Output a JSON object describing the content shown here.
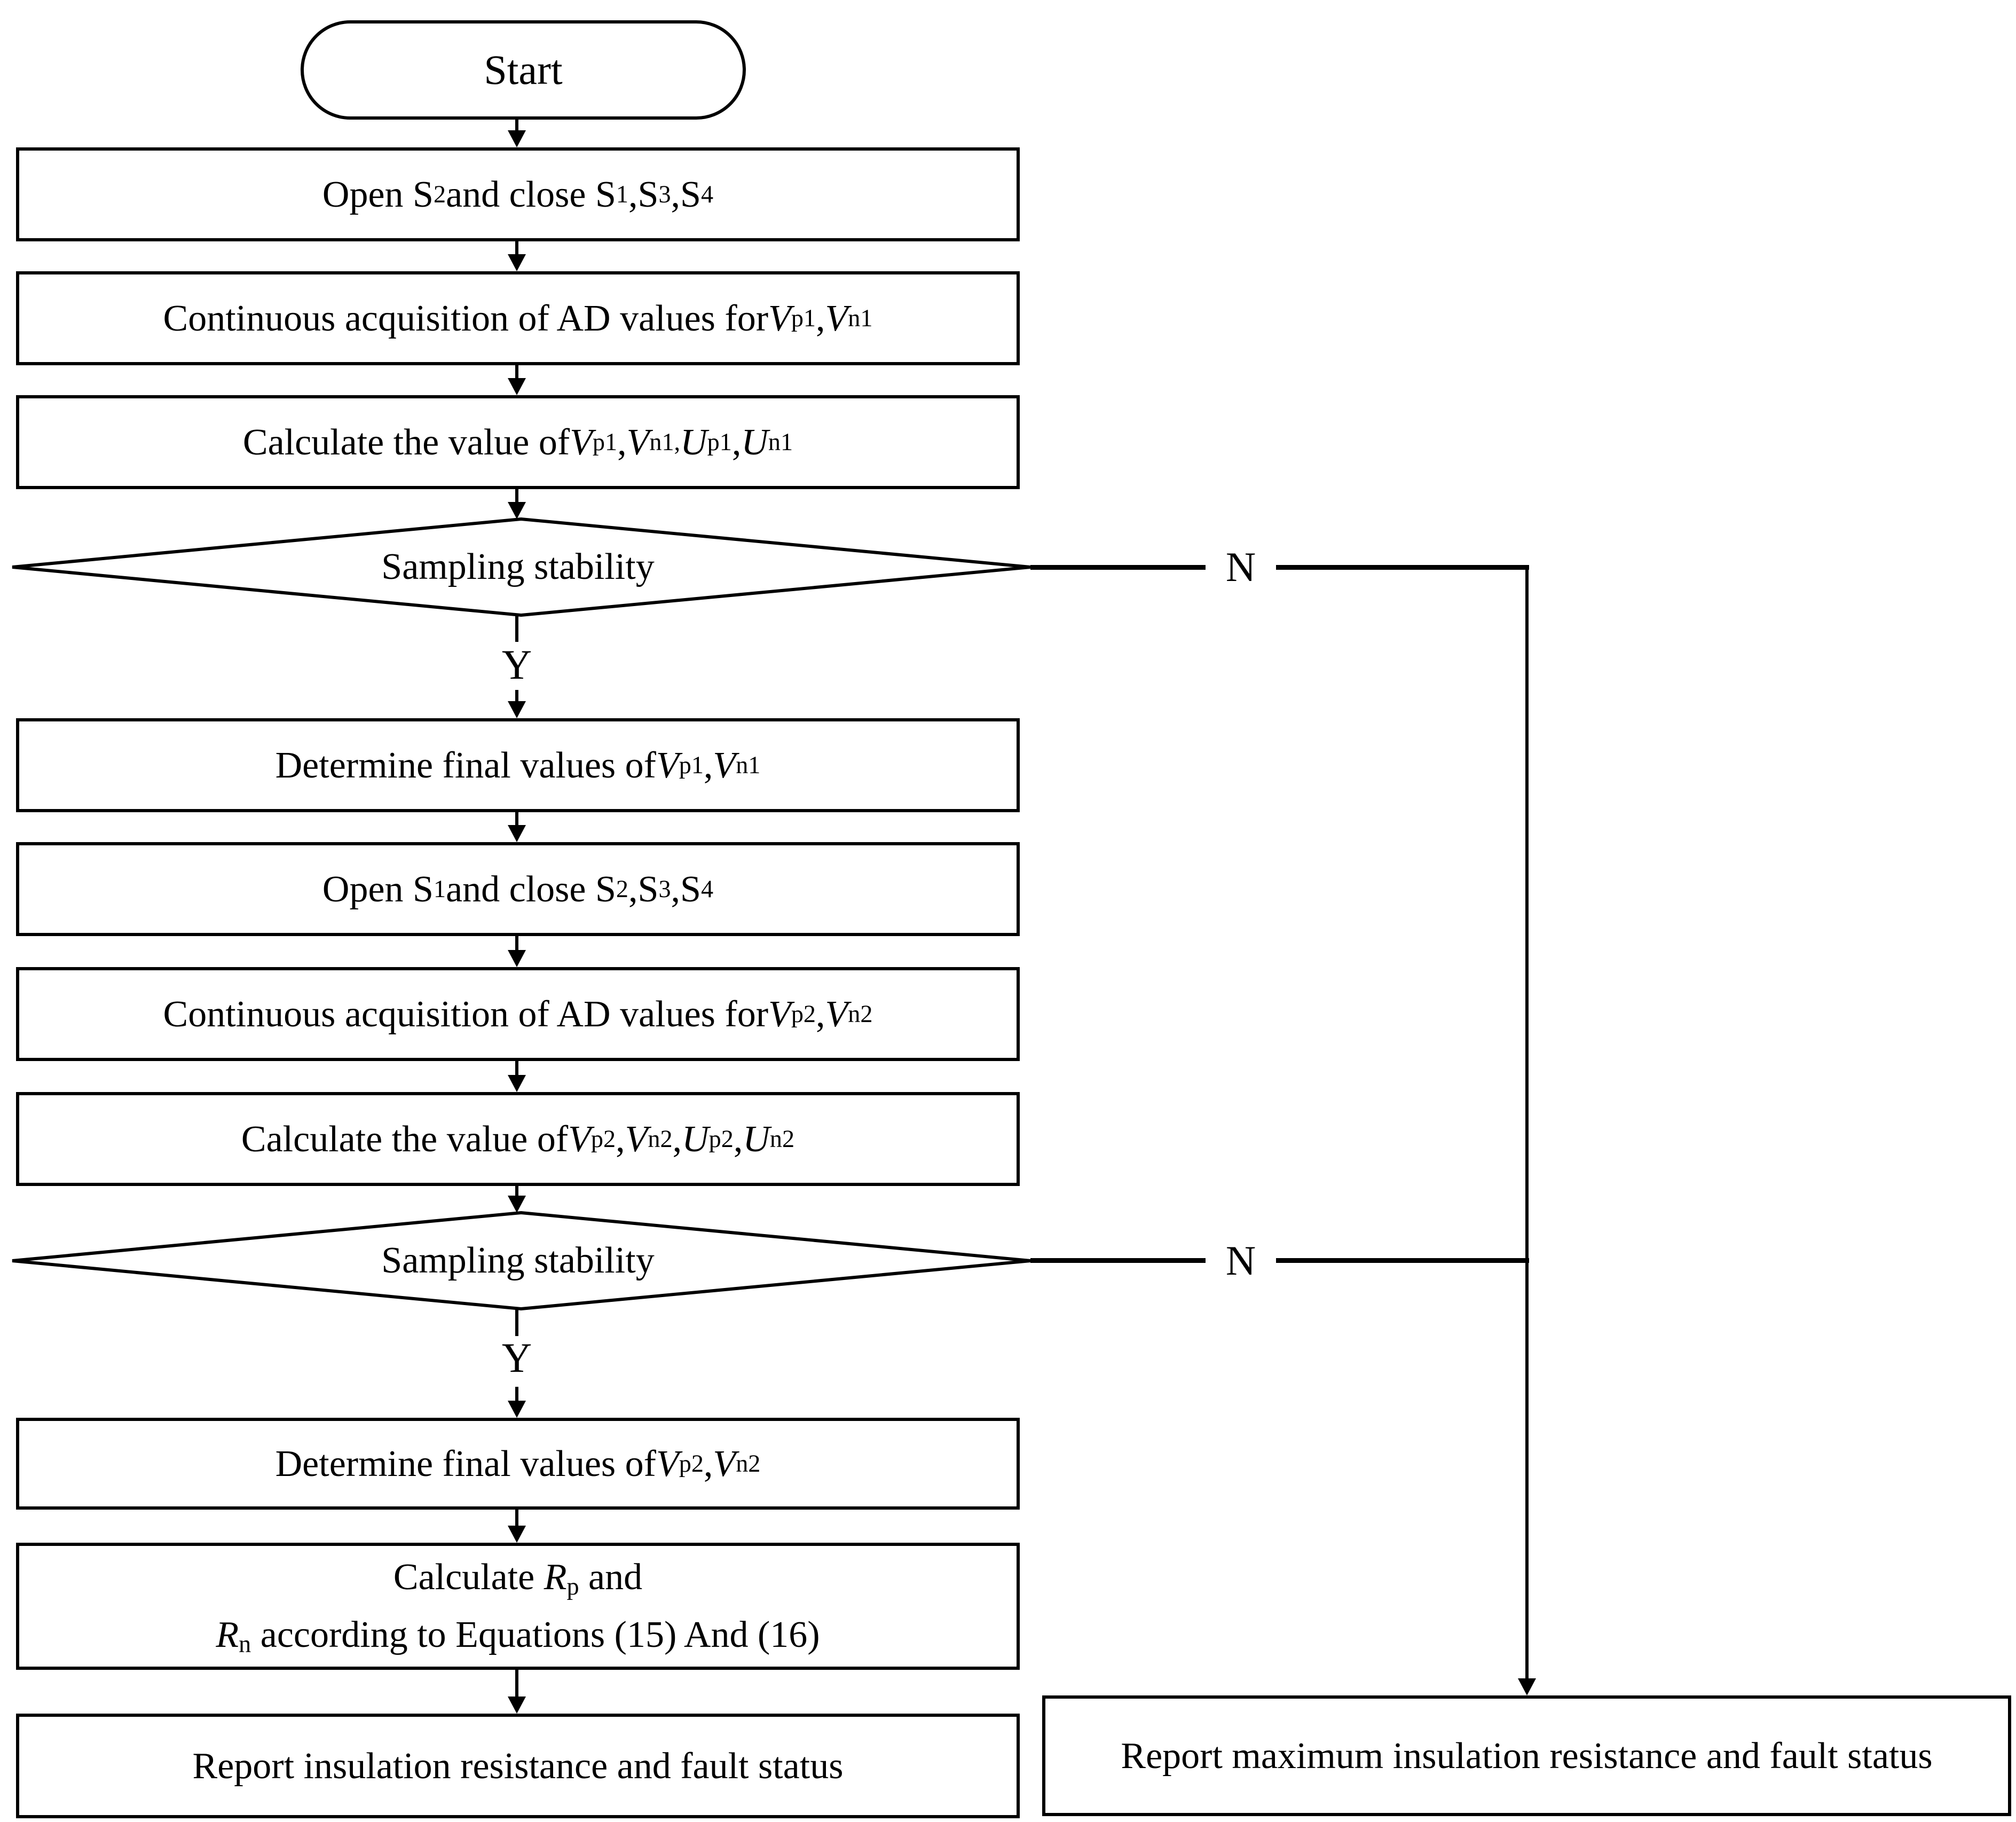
{
  "flowchart": {
    "start_label": "Start",
    "branch_labels": {
      "yes": "Y",
      "no": "N"
    },
    "decision1": "Sampling stability",
    "decision2": "Sampling stability",
    "report": "Report insulation resistance and fault status",
    "report_max": "Report maximum insulation resistance and fault status",
    "steps": {
      "open_s2": [
        {
          "t": "Open S"
        },
        {
          "t": "2",
          "sub": true
        },
        {
          "t": " and close S"
        },
        {
          "t": "1",
          "sub": true
        },
        {
          "t": ","
        },
        {
          "t": "S"
        },
        {
          "t": "3",
          "sub": true
        },
        {
          "t": ","
        },
        {
          "t": "S"
        },
        {
          "t": "4",
          "sub": true
        }
      ],
      "acq1": [
        {
          "t": "Continuous acquisition of AD values for "
        },
        {
          "t": "V",
          "it": true
        },
        {
          "t": "p1",
          "sub": true
        },
        {
          "t": ","
        },
        {
          "t": "V",
          "it": true
        },
        {
          "t": "n1",
          "sub": true
        }
      ],
      "calc1": [
        {
          "t": "Calculate the value of "
        },
        {
          "t": "V",
          "it": true
        },
        {
          "t": "p1",
          "sub": true
        },
        {
          "t": ","
        },
        {
          "t": "V",
          "it": true
        },
        {
          "t": "n1,",
          "sub": true
        },
        {
          "t": "U",
          "it": true
        },
        {
          "t": "p1",
          "sub": true
        },
        {
          "t": ","
        },
        {
          "t": "U",
          "it": true
        },
        {
          "t": "n1",
          "sub": true
        }
      ],
      "det1": [
        {
          "t": "Determine final values of "
        },
        {
          "t": "V",
          "it": true
        },
        {
          "t": "p1",
          "sub": true
        },
        {
          "t": ","
        },
        {
          "t": "V",
          "it": true
        },
        {
          "t": "n1",
          "sub": true
        }
      ],
      "open_s1": [
        {
          "t": "Open S"
        },
        {
          "t": "1",
          "sub": true
        },
        {
          "t": " and close S"
        },
        {
          "t": "2",
          "sub": true
        },
        {
          "t": ","
        },
        {
          "t": "S"
        },
        {
          "t": "3",
          "sub": true
        },
        {
          "t": ","
        },
        {
          "t": "S"
        },
        {
          "t": "4",
          "sub": true
        }
      ],
      "acq2": [
        {
          "t": "Continuous acquisition of AD values for"
        },
        {
          "t": "V",
          "it": true
        },
        {
          "t": "p2",
          "sub": true
        },
        {
          "t": ","
        },
        {
          "t": "V",
          "it": true
        },
        {
          "t": "n2",
          "sub": true
        }
      ],
      "calc2": [
        {
          "t": "Calculate the value of "
        },
        {
          "t": "V",
          "it": true
        },
        {
          "t": "p2",
          "sub": true
        },
        {
          "t": ","
        },
        {
          "t": "V",
          "it": true
        },
        {
          "t": "n2",
          "sub": true
        },
        {
          "t": ","
        },
        {
          "t": "U",
          "it": true
        },
        {
          "t": "p2",
          "sub": true
        },
        {
          "t": ","
        },
        {
          "t": "U",
          "it": true
        },
        {
          "t": "n2",
          "sub": true
        }
      ],
      "det2": [
        {
          "t": "Determine final values of "
        },
        {
          "t": "V",
          "it": true
        },
        {
          "t": "p2",
          "sub": true
        },
        {
          "t": ","
        },
        {
          "t": "V",
          "it": true
        },
        {
          "t": "n2",
          "sub": true
        }
      ],
      "calc_r_line1": [
        {
          "t": "Calculate "
        },
        {
          "t": "R",
          "it": true
        },
        {
          "t": "p",
          "sub": true
        },
        {
          "t": " and"
        }
      ],
      "calc_r_line2": [
        {
          "t": "R",
          "it": true
        },
        {
          "t": "n",
          "sub": true
        },
        {
          "t": " according to Equations (15) And (16)"
        }
      ]
    }
  }
}
